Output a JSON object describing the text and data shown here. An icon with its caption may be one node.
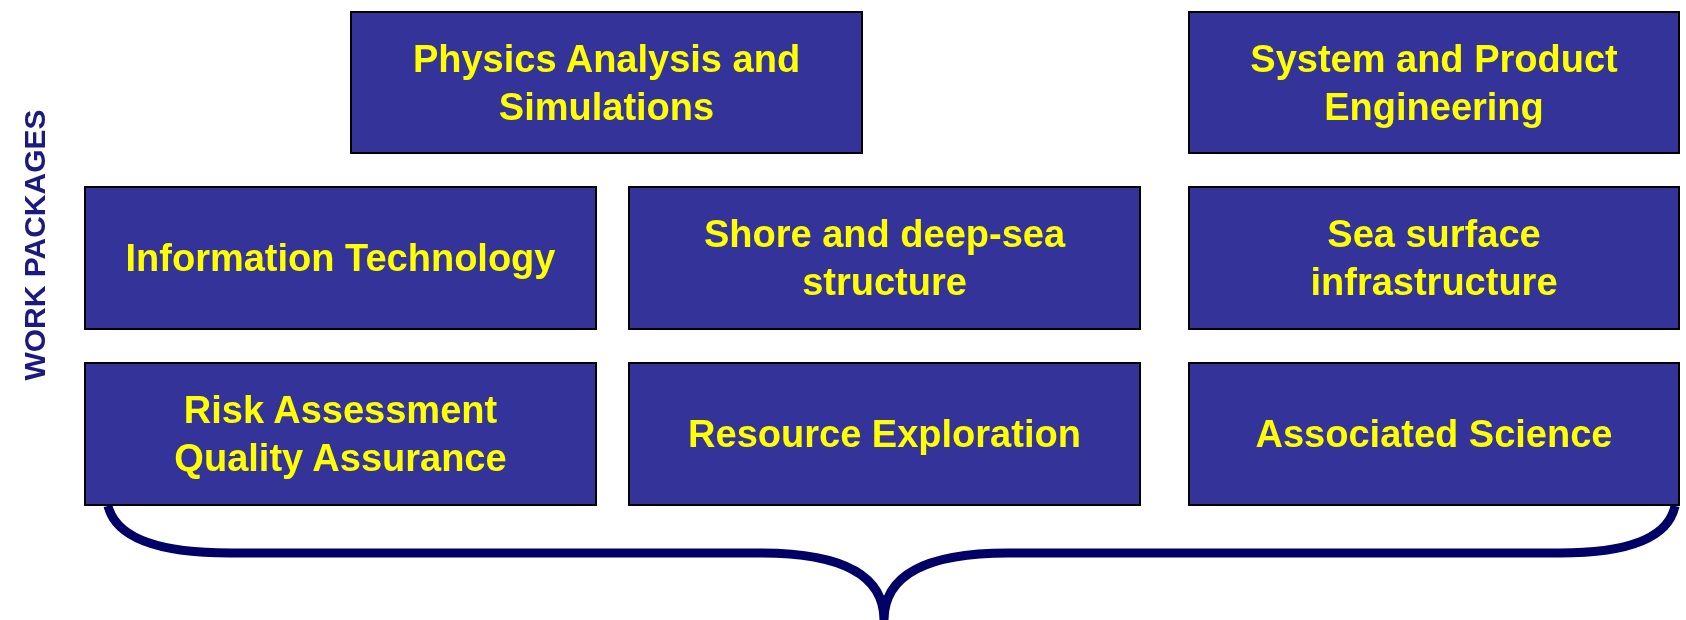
{
  "diagram": {
    "nodes": [
      {
        "text": [
          "Physics Analysis and Simulations"
        ]
      },
      {
        "text": [
          "System and Product Engineering"
        ]
      },
      {
        "text": [
          "Information Technology"
        ]
      },
      {
        "text": [
          "Shore and deep-sea structure"
        ]
      },
      {
        "text": [
          "Sea surface infrastructure"
        ]
      },
      {
        "text": [
          "Risk Assessment",
          "Quality Assurance"
        ]
      },
      {
        "text": [
          "Resource Exploration"
        ]
      },
      {
        "text": [
          "Associated Science"
        ]
      }
    ],
    "labels": [
      "WORK PACKAGES"
    ]
  }
}
